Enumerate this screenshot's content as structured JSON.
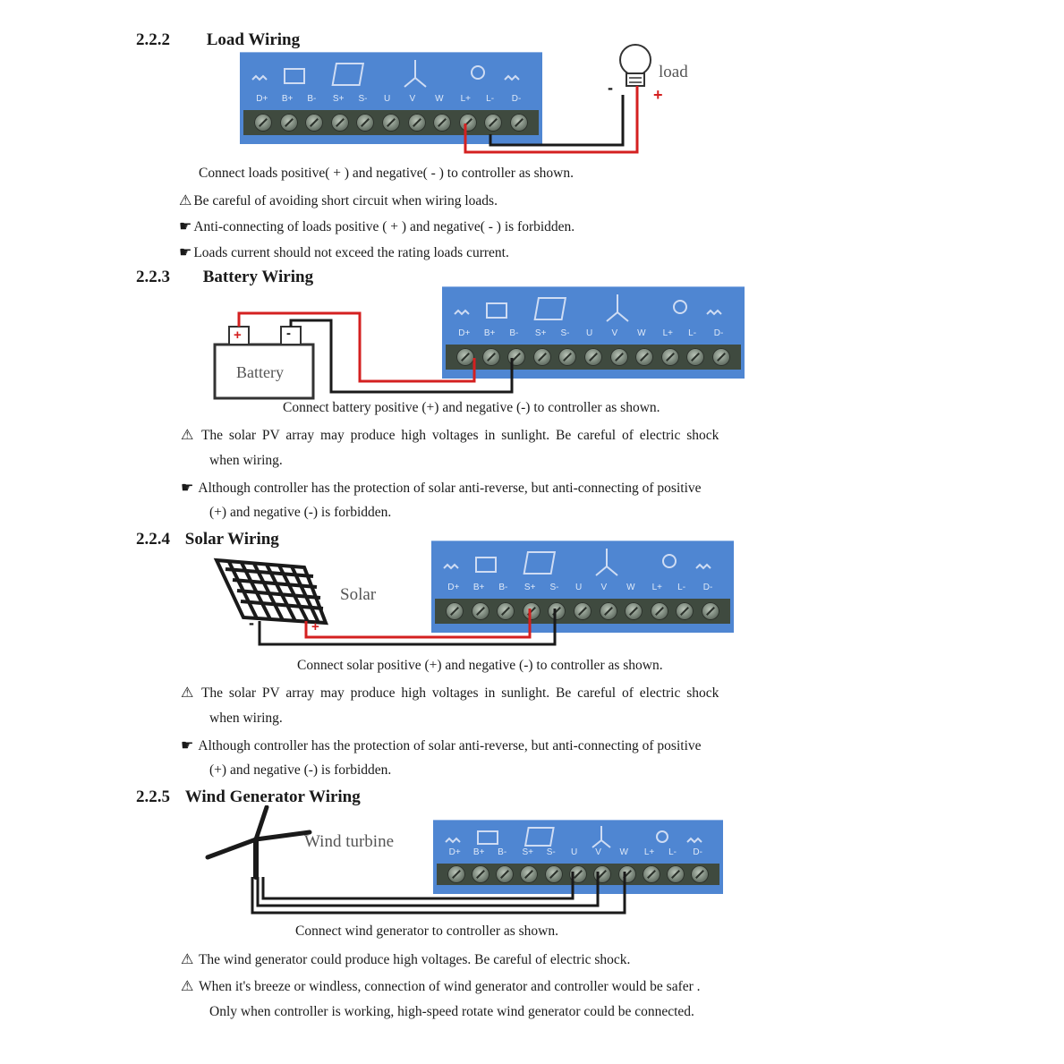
{
  "terminal_labels": [
    "D+",
    "B+",
    "B-",
    "S+",
    "S-",
    "U",
    "V",
    "W",
    "L+",
    "L-",
    "D-"
  ],
  "colors": {
    "panel": "#4f86d2",
    "positive_wire": "#d42020",
    "negative_wire": "#1a1a1a"
  },
  "icons": {
    "warning": "warning-triangle-icon",
    "forbidden": "forbidden-hand-icon"
  },
  "sections": {
    "load": {
      "number": "2.2.2",
      "title": "Load Wiring",
      "device_label": "load",
      "minus": "-",
      "plus": "+",
      "lines": [
        "Connect loads positive( + ) and negative( - ) to controller as shown.",
        "Be careful of avoiding short circuit when wiring loads.",
        "Anti-connecting of loads positive ( + ) and negative( - ) is forbidden.",
        "Loads current should not exceed the rating loads current."
      ]
    },
    "battery": {
      "number": "2.2.3",
      "title": "Battery Wiring",
      "device_label": "Battery",
      "plus": "+",
      "minus": "-",
      "lines": [
        "Connect battery positive (+) and negative (-) to controller as shown.",
        "The solar PV array may produce high voltages in sunlight. Be careful of electric shock",
        "when wiring.",
        "Although controller has the protection of solar anti-reverse, but anti-connecting of positive",
        "(+) and negative (-) is forbidden."
      ]
    },
    "solar": {
      "number": "2.2.4",
      "title": "Solar Wiring",
      "device_label": "Solar",
      "minus": "-",
      "plus": "+",
      "lines": [
        "Connect solar positive (+) and negative (-) to controller as shown.",
        "The solar PV array may produce high voltages in sunlight. Be careful of electric shock",
        "when wiring.",
        "Although controller has the protection of solar anti-reverse, but anti-connecting of positive",
        "(+) and negative (-) is forbidden."
      ]
    },
    "wind": {
      "number": "2.2.5",
      "title": "Wind Generator Wiring",
      "device_label": "Wind turbine",
      "lines": [
        "Connect wind generator to controller as shown.",
        "The wind generator could produce high voltages. Be careful of electric shock.",
        "When it's breeze or windless, connection of wind generator and controller would be safer .",
        "Only when controller is working, high-speed rotate wind generator could be connected."
      ]
    }
  }
}
